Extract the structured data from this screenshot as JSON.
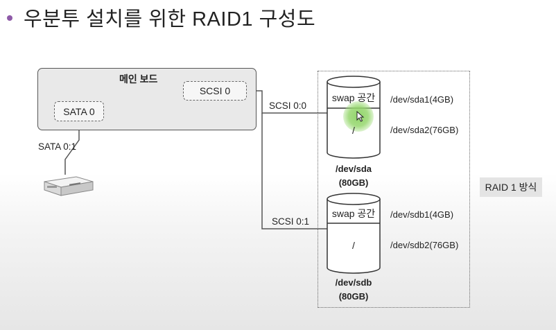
{
  "title": "우분투 설치를 위한 RAID1 구성도",
  "mainboard": {
    "label": "메인 보드",
    "scsi_port": "SCSI 0",
    "sata_port": "SATA 0"
  },
  "connections": {
    "sata": "SATA 0:1",
    "scsi_a": "SCSI 0:0",
    "scsi_b": "SCSI 0:1"
  },
  "disks": [
    {
      "swap_label": "swap 공간",
      "root_label": "/",
      "part1": "/dev/sda1(4GB)",
      "part2": "/dev/sda2(76GB)",
      "device": "/dev/sda",
      "size": "(80GB)"
    },
    {
      "swap_label": "swap 공간",
      "root_label": "/",
      "part1": "/dev/sdb1(4GB)",
      "part2": "/dev/sdb2(76GB)",
      "device": "/dev/sdb",
      "size": "(80GB)"
    }
  ],
  "raid_label": "RAID 1 방식",
  "colors": {
    "bullet": "#8e5aa8",
    "board_fill": "#e9e9e9",
    "line": "#555555",
    "cursor_highlight": "#8ccf64"
  },
  "icons": [
    "optical-drive-icon",
    "mouse-cursor-icon"
  ]
}
